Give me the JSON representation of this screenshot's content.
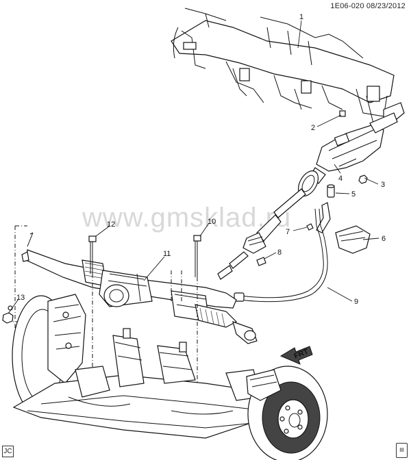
{
  "header": {
    "code": "1E06-020 08/23/2012"
  },
  "watermark": {
    "text": "www.gmsklad.ru"
  },
  "footer": {
    "badge": "JC"
  },
  "direction": {
    "label": "FRT"
  },
  "callouts": [
    {
      "id": "c1",
      "label": "1"
    },
    {
      "id": "c2",
      "label": "2"
    },
    {
      "id": "c3",
      "label": "3"
    },
    {
      "id": "c4",
      "label": "4"
    },
    {
      "id": "c5",
      "label": "5"
    },
    {
      "id": "c6",
      "label": "6"
    },
    {
      "id": "c7",
      "label": "7"
    },
    {
      "id": "c8",
      "label": "8"
    },
    {
      "id": "c9",
      "label": "9"
    },
    {
      "id": "c10",
      "label": "10"
    },
    {
      "id": "c11",
      "label": "11"
    },
    {
      "id": "c12",
      "label": "12"
    },
    {
      "id": "c13",
      "label": "13"
    }
  ]
}
